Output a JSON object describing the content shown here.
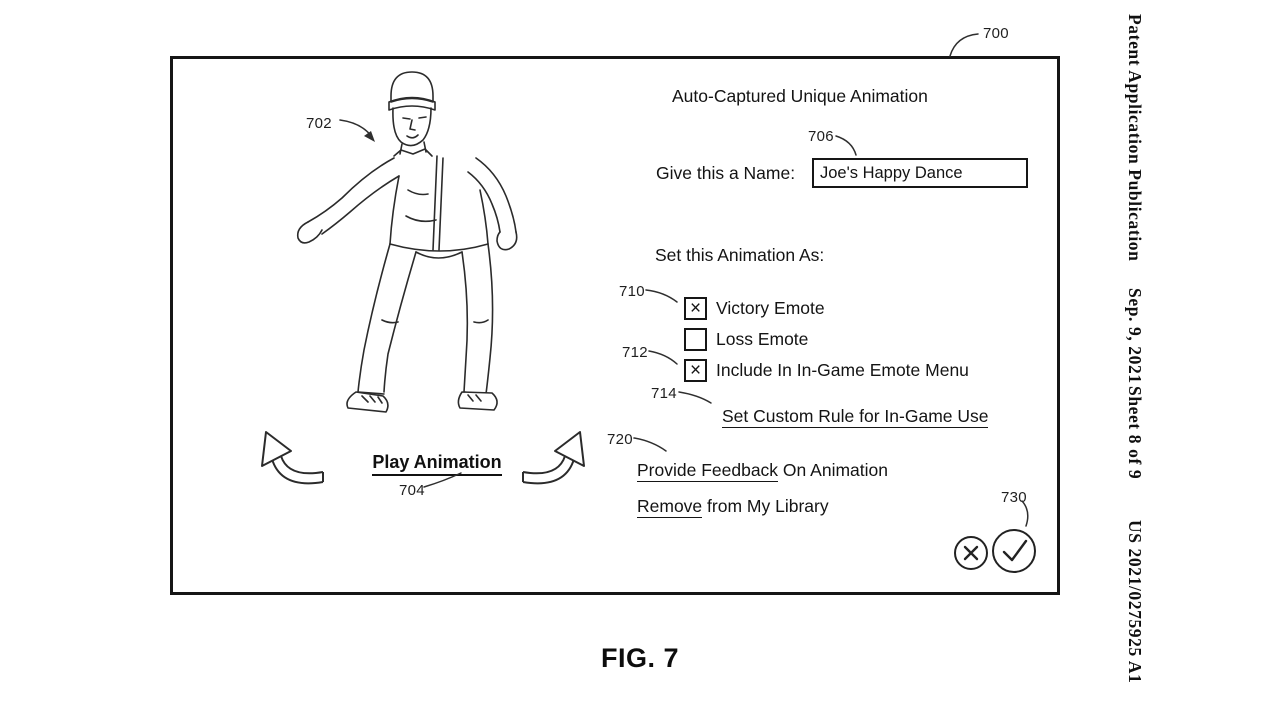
{
  "header": {
    "publication": "Patent Application Publication",
    "date": "Sep. 9, 2021",
    "sheet": "Sheet 8 of 9",
    "doc_number": "US 2021/0275925 A1"
  },
  "figure": {
    "caption": "FIG. 7",
    "refs": {
      "panel": "700",
      "character": "702",
      "play": "704",
      "name_field": "706",
      "victory": "710",
      "include": "712",
      "custom_rule": "714",
      "feedback": "720",
      "buttons": "730"
    },
    "panel": {
      "title": "Auto-Captured Unique Animation",
      "name_label": "Give this a Name:",
      "name_value": "Joe's Happy Dance",
      "set_as_heading": "Set this Animation As:",
      "checkboxes": [
        {
          "label": "Victory Emote",
          "mark": "×"
        },
        {
          "label": "Loss Emote",
          "mark": ""
        },
        {
          "label": "Include In In-Game Emote Menu",
          "mark": "×"
        }
      ],
      "custom_rule_link": "Set Custom Rule for In-Game Use",
      "feedback_link": "Provide Feedback",
      "feedback_suffix": " On Animation",
      "remove_link": "Remove",
      "remove_suffix": " from My Library",
      "play_label": "Play Animation"
    }
  }
}
